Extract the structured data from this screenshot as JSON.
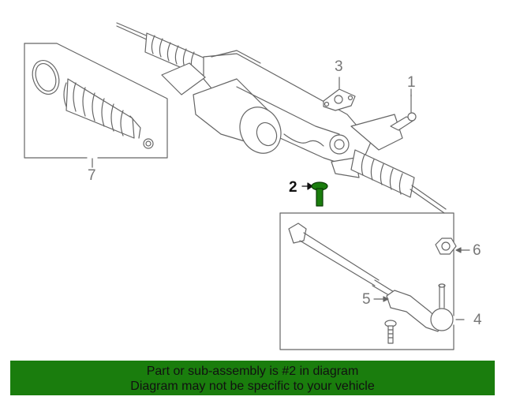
{
  "callouts": {
    "c1": "1",
    "c2": "2",
    "c3": "3",
    "c4": "4",
    "c5": "5",
    "c6": "6",
    "c7": "7"
  },
  "highlight_color": "#1a7d0d",
  "banner": {
    "line1": "Part or sub-assembly is #2 in diagram",
    "line2": "Diagram may not be specific to your vehicle"
  }
}
